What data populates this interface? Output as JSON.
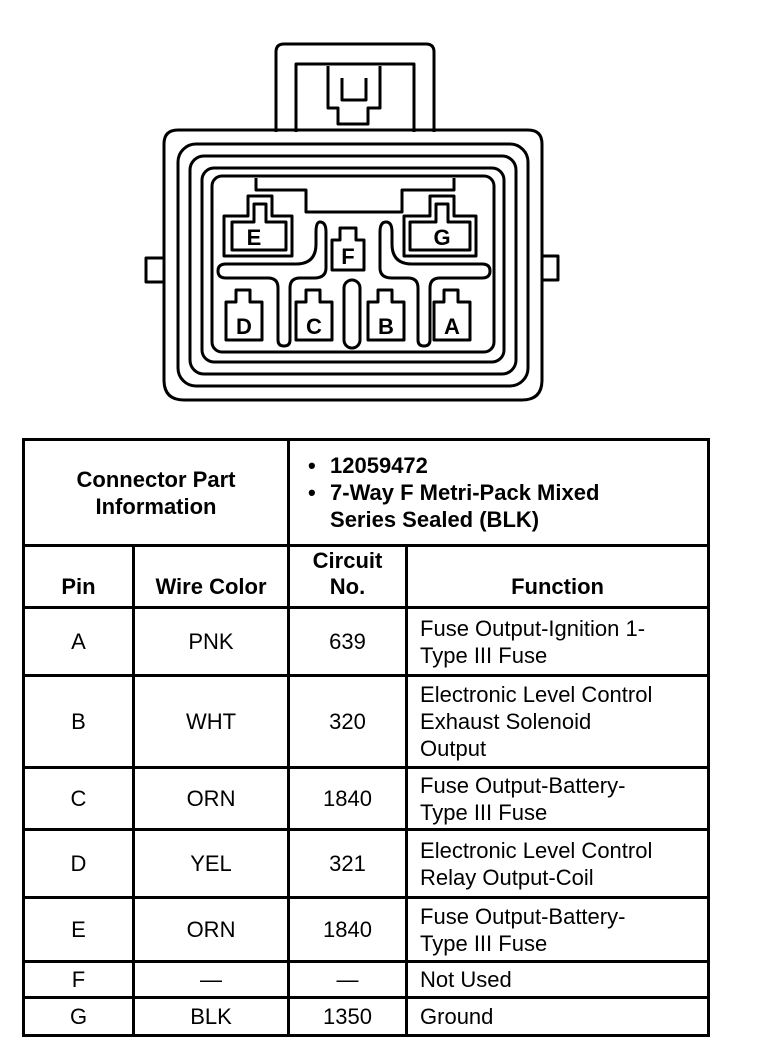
{
  "connector": {
    "pin_labels": {
      "A": "A",
      "B": "B",
      "C": "C",
      "D": "D",
      "E": "E",
      "F": "F",
      "G": "G"
    }
  },
  "part_info": {
    "label_lines": [
      "Connector Part",
      "Information"
    ],
    "items": [
      {
        "bullet": "•",
        "lines": [
          "12059472"
        ]
      },
      {
        "bullet": "•",
        "lines": [
          "7-Way F Metri-Pack Mixed",
          "Series Sealed (BLK)"
        ]
      }
    ]
  },
  "columns": {
    "pin": "Pin",
    "wire_color": "Wire Color",
    "circuit_line1": "Circuit",
    "circuit_line2": "No.",
    "function": "Function"
  },
  "rows": [
    {
      "pin": "A",
      "wire": "PNK",
      "circuit": "639",
      "function": [
        "Fuse Output-Ignition 1-",
        "Type III Fuse"
      ]
    },
    {
      "pin": "B",
      "wire": "WHT",
      "circuit": "320",
      "function": [
        "Electronic Level Control",
        "Exhaust Solenoid",
        "Output"
      ]
    },
    {
      "pin": "C",
      "wire": "ORN",
      "circuit": "1840",
      "function": [
        "Fuse Output-Battery-",
        "Type III Fuse"
      ]
    },
    {
      "pin": "D",
      "wire": "YEL",
      "circuit": "321",
      "function": [
        "Electronic Level Control",
        "Relay Output-Coil"
      ]
    },
    {
      "pin": "E",
      "wire": "ORN",
      "circuit": "1840",
      "function": [
        "Fuse Output-Battery-",
        "Type III Fuse"
      ]
    },
    {
      "pin": "F",
      "wire": "—",
      "circuit": "—",
      "function": [
        "Not Used"
      ]
    },
    {
      "pin": "G",
      "wire": "BLK",
      "circuit": "1350",
      "function": [
        "Ground"
      ]
    }
  ]
}
